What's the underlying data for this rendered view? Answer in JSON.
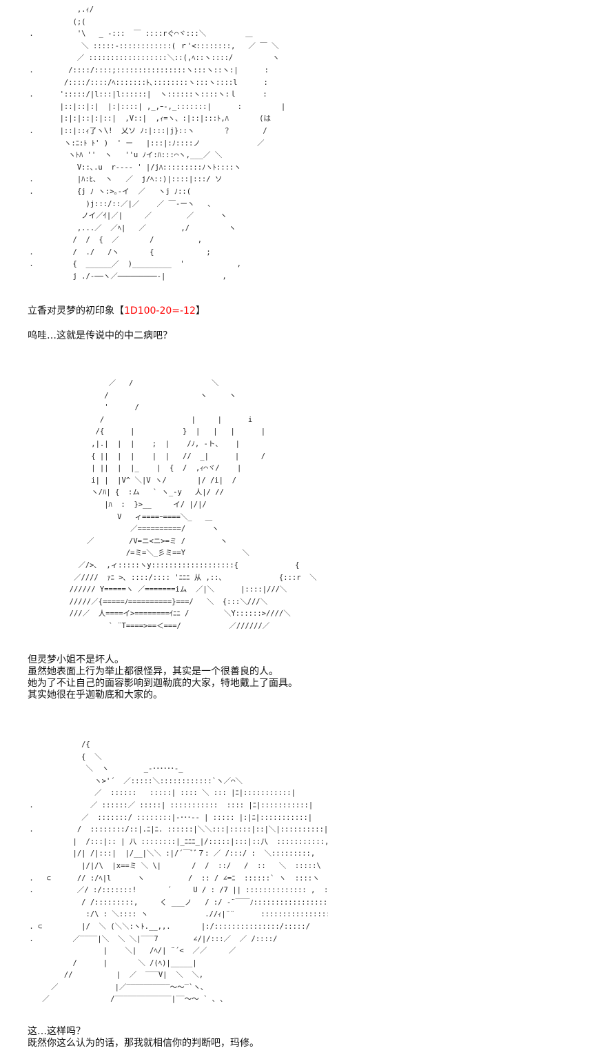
{
  "panel1": {
    "art": "            ,.ｨ/\n           (;(\n .          '\\   _ -:::  ￣ ::::rぐ⌒ヾ:::＼         ＿\n             ＼ :::::-::::::::::::( ｒ'<::::::::,   ／ ￣ ＼\n            ／ ::::::::::::::::::＼::(,ﾍ::ヽ::::/         ヽ\n .        /::::/::::;::::::::::::::::ヽ:::ヽ::ヽ:|      :        ヽ\n         /::::/::::/ﾍ:::::::ﾄ､::::::::ヽ:::ヽ::::l      :         |\n .      ':::::/|l:::|l::::::|  ヽ::::::ヽ::::ヽ:ｌ      :         |\n        |::|::|:|  |:|::::| ,_,ｰ-,_:::::::|      :         |\n        |:|:|::|:|::|  ,V::|  ,ｨ=ヽ、:|::|:::ﾄ,ﾊ       (は        }\n .      |::|::ｨ了ヽ\\!  乂ソ ﾉ:|:::|j}::ヽ       ？       /\n         ヽ:ﾆ:ﾄ ﾄ' )  ' ー   |:::|:ﾉ::::ノ             ／\n          ヽﾄﾊ ''  ヽ   ''u ﾉイ:ﾊ:::⌒ヽ,___／ ＼\n            V::､.u  r‐--‐ ' |/jﾊ:::::::::ﾉヽﾄ::::ヽ\n .          |ﾊ:ﾋ､  ヽ   ／  j/ﾍ::)|::::|:::/ ソ\n .          {j ﾉ ヽ:>｡‐イ  ／   ヽj ﾉ::(\n              )j:::/::／|／    ／ ￣‐ーヽ   ､\n             ノイ／ｲ|／|     ／        ／      ヽ\n            ,...／  ／ﾍ|   ／        ,/         ヽ\n           /  /  {  ／       /          ,\n .         /  ./   /ヽ       {            ;\n .         {  ______／  )_________  '            ,\n           j ./‐──ヽ／─────────-|             ,"
  },
  "text1": {
    "line1_prefix": "立香对灵梦的初印象【",
    "line1_roll": "1D100-20=-12",
    "line1_suffix": "】",
    "line2": "呜哇…这就是传说中的中二病吧？"
  },
  "panel2": {
    "art": "           ／   /                  ＼\n          /                     ヽ     ヽ\n          '      /\n         /                    |     |      i\n        /{      |           }  |   |   |      |\n       ,|.|  |  |    ;  |    /ﾉ, -ト、   |\n       { ||  |  |    |  |   //  _|      |     /\n       | ||  |  |_    |  {  /  ,ｨ⌒ヾ/    |\n       i| |  |V^ ＼|V ヽ/       |/ /i|  /\n       ヽ/ﾊ| {  :ム   ` ヽ_-y   人|/ //\n          |ﾊ  :  }>__     イ/ |/|/\n             V   ィ====ｰ====＼_   ＿\n                ／==========/      ヽ\n      ／        /V=ニ<ニ>=ミ /        ヽ\n               /=ミ=＼_彡ミ==Y             ＼\n    ／/>､  ,ィ:::::ヽy:::::::::::::::::::{             {\n   ／////  ｧﾆ >､ ::::/:::: 'ﾆﾆﾆ 从 ,::､             {:::r  ＼\n  ////// Y=====ヽ ／=======iム  ／|＼      |::::|///＼\n  /////／{=====ﾉ==========}===/   ＼  {:::＼///＼\n  ///／  人====イ>========ｲﾆﾆ /        ＼Y::::::>////＼\n           ` ¨T====>==＜===/           ／//////／"
  },
  "text2": {
    "lines": [
      "但灵梦小姐不是坏人。",
      "虽然她表面上行为举止都很怪异，其实是一个很善良的人。",
      "她为了不让自己的面容影响到迦勒底的大家，特地戴上了面具。",
      "其实她很在乎迦勒底和大家的。"
    ]
  },
  "panel3": {
    "art": "             /{\n             {  ＼\n              ＼  ヽ        _-･･････-_\n                ヽ>'´  ／:::::＼::::::::::::`ヽ／⌒＼\n                ／  ::::::   :::::| :::: ＼ ::: |ﾆ|:::::::::::|\n .             ／ ::::::／ :::::| :::::::::::  :::: |ﾆ|:::::::::::|\n             ／  :::::::/ ::::::::|‐･･･-- | ::::: |:|ﾆ|:::::::::::|\n .          /  ::::::::/::|.ﾆ|ﾆ. ::::::|＼＼:::|:::::|::|＼|::::::::::|\n           |  /:::|:: | 八 ::::::::|_ﾆﾆﾆ_|/:::::|:::|::八  :::::::::::,\n           |/| /|:::|  |/__|＼＼ :|/´￣ﾞﾞ７: ／ /:::/ :  ＼:::::::::,\n             |/|/\\  |x==ミ ＼ \\|       /  /  ::/   /  ::   ＼  :::::\\\n .   ⊂      // :/ﾍ|l      ヽ          /  :: / ∠=ﾆ  ::::::` ヽ  ::::ヽ\n .          ／/ :/:::::::!       ´     U / : /7 || :::::::::::::: ,  ::::: }⌒\n             / /:::::::::,     く ___ノ   / :/ ‐¨￣￣ﾉ:::::::::::::::::::::}ﾞﾉ\n              :/\\ : ＼:::: ヽ             .//ｨ|¨¨      :::::::::::::::::::ノ\n . ⊂         |/  ＼ (＼＼:ヽﾄ.__,,.       |:/:::::::::::::::/:::::/\n .         ／‾‾‾‾|＼  ＼ ＼|‾‾‾7        ∠/|/:::／  ／ /::::/\n                  |    ＼|   /ﾍ/| ¨´<  ／／     ／\n           /      |       ＼ /(ﾍ)|_____|\n         //          |  ／  ‾‾‾V|  ＼  ＼,\n      ／             |／‾‾‾‾‾‾‾‾‾‾～～‾`ヽ、\n    ／              /‾‾‾‾‾‾‾‾‾‾‾‾‾|‾‾～～ ` ､ ､"
  },
  "text3": {
    "lines": [
      "这…这样吗？",
      "既然你这么认为的话，那我就相信你的判断吧，玛修。"
    ]
  }
}
